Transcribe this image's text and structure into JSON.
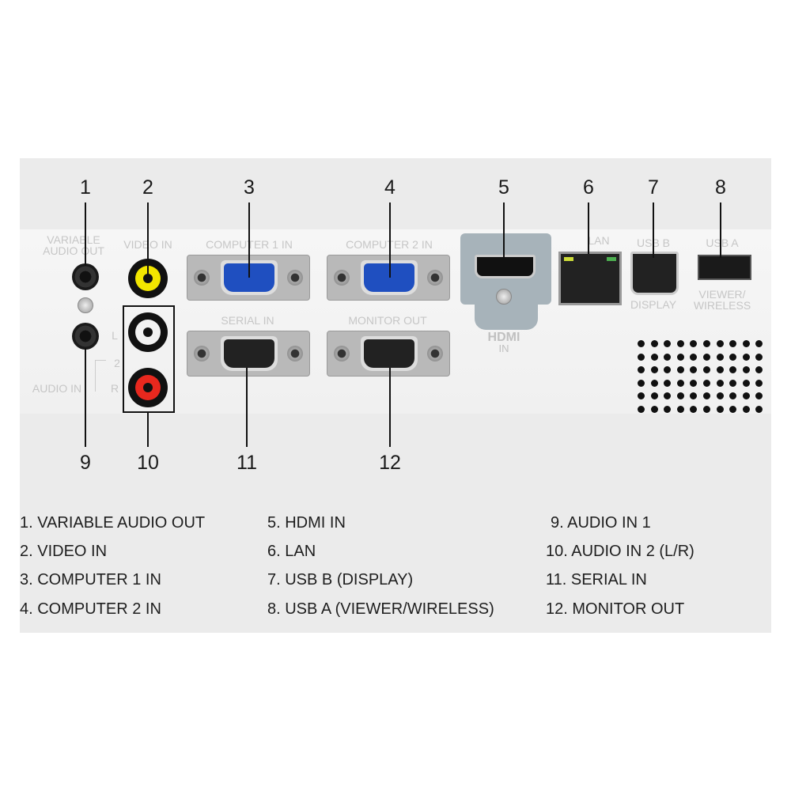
{
  "callouts_top": [
    "1",
    "2",
    "3",
    "4",
    "5",
    "6",
    "7",
    "8"
  ],
  "callouts_bottom": [
    "9",
    "10",
    "11",
    "12"
  ],
  "panel_labels": {
    "variable_audio_out": [
      "VARIABLE",
      "AUDIO OUT"
    ],
    "video_in": "VIDEO IN",
    "computer1_in": "COMPUTER 1 IN",
    "computer2_in": "COMPUTER 2 IN",
    "serial_in": "SERIAL IN",
    "monitor_out": "MONITOR OUT",
    "hdmi": [
      "HDMI",
      "IN"
    ],
    "lan": "LAN",
    "usb_b": "USB B",
    "display": "DISPLAY",
    "usb_a": "USB A",
    "viewer_wireless": [
      "VIEWER/",
      "WIRELESS"
    ],
    "audio_in": "AUDIO IN",
    "l": "L",
    "r": "R",
    "two": "2"
  },
  "legend": [
    [
      "1. VARIABLE AUDIO OUT",
      "2. VIDEO IN",
      "3. COMPUTER 1 IN",
      "4. COMPUTER 2 IN"
    ],
    [
      "5. HDMI IN",
      "6. LAN",
      "7. USB B (DISPLAY)",
      "8. USB A (VIEWER/WIRELESS)"
    ],
    [
      "9.  AUDIO IN 1",
      "10. AUDIO IN 2 (L/R)",
      "11. SERIAL IN",
      "12. MONITOR OUT"
    ]
  ],
  "colors": {
    "vga_blue": "#1f4fc0",
    "rca_yellow": "#f2e600",
    "rca_white": "#f2f2f2",
    "rca_red": "#e8281e",
    "hdmi_plate": "#a7b3ba"
  }
}
